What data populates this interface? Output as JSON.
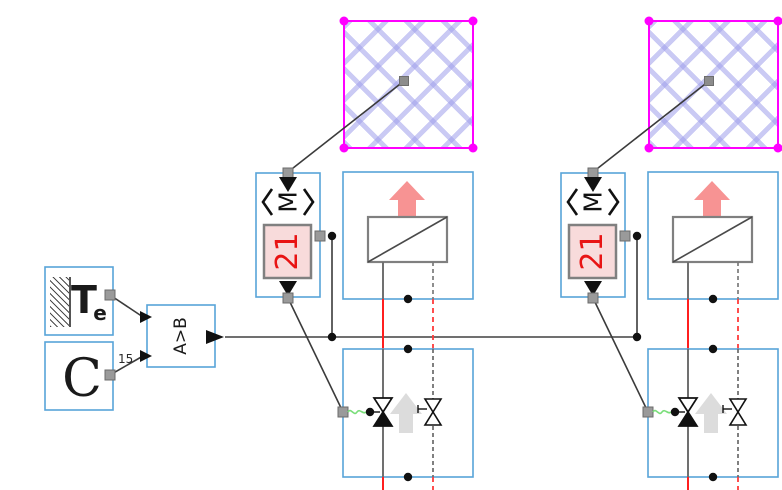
{
  "diagram": {
    "type": "modelica-system-schematic",
    "description": "Two radiator heating circuits with motorized valves controlled via comparator"
  },
  "sensor_te": {
    "label": "T",
    "subscript": "e"
  },
  "constant_c": {
    "label": "C",
    "value_label": "15"
  },
  "comparator": {
    "label": "A>B"
  },
  "motor_valve": {
    "bracket_left": "⟨",
    "letter": "M",
    "bracket_right": "⟩",
    "setpoint": "21"
  },
  "units": [
    {
      "name": "radiator-circuit-1"
    },
    {
      "name": "radiator-circuit-2"
    }
  ],
  "palette": {
    "component_border_blue": "#58A4D8",
    "room_border_magenta": "#FF00FF",
    "room_hatch_lavender": "#9E9EEB",
    "setpoint_box_fill": "#F8DBDB",
    "setpoint_text_red": "#E81414",
    "pipe_supply_red": "#FF1F1F",
    "pipe_gray": "#707070",
    "signal_line": "#3B3B3B",
    "heat_arrow_pink": "#F79393",
    "flow_arrow_gray": "#DCDCDC",
    "green_connector": "#7ADE7A",
    "port_square_gray": "#9A9A9A"
  },
  "icons": {
    "heat-up-arrow": "pink block arrow, heat emission",
    "flow-up-arrow": "gray block arrow, flow direction",
    "heat-exchanger": "rectangle with diagonal",
    "two-way-valve": "bowtie triangles, lower filled",
    "bypass-valve": "bowtie triangles outline on dashed line",
    "room-zone": "magenta crosshatched square",
    "port-square": "gray connector square",
    "port-dot": "black fluid port circle"
  }
}
